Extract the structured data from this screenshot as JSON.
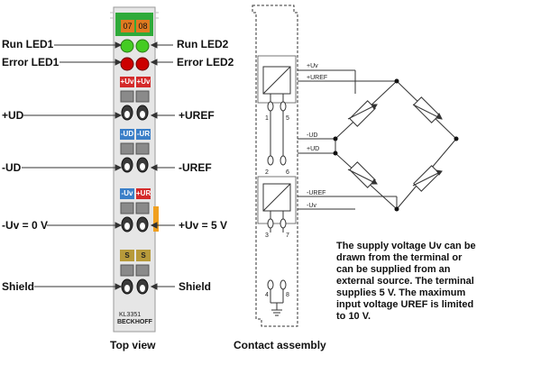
{
  "terminal": {
    "channel_numbers": [
      "07",
      "08"
    ],
    "model": "KL3351",
    "brand": "BECKHOFF",
    "contact_labels": {
      "row1": [
        "+Uv",
        "+Uv"
      ],
      "row2": [
        "-UD",
        "-UR"
      ],
      "row3": [
        "-Uv",
        "+UR"
      ],
      "row4": [
        "S",
        "S"
      ]
    }
  },
  "left_labels": {
    "run_led1": "Run LED1",
    "error_led1": "Error LED1",
    "plus_ud": "+UD",
    "minus_ud": "-UD",
    "minus_uv": "-Uv = 0 V",
    "shield": "Shield"
  },
  "right_labels": {
    "run_led2": "Run LED2",
    "error_led2": "Error LED2",
    "plus_uref": "+UREF",
    "minus_uref": "-UREF",
    "plus_uv": "+Uv = 5 V",
    "shield": "Shield"
  },
  "contact_assembly": {
    "pin_numbers": [
      "1",
      "5",
      "2",
      "6",
      "3",
      "7",
      "4",
      "8"
    ],
    "bridge_labels": [
      "+Uv",
      "+UREF",
      "-UD",
      "+UD",
      "-UREF",
      "-Uv"
    ]
  },
  "note": [
    "The supply voltage Uv can be",
    "drawn from the terminal or",
    "can be supplied from an",
    "external source. The terminal",
    "supplies 5 V. The maximum",
    "input voltage UREF is limited",
    "to 10 V."
  ],
  "captions": {
    "top_view": "Top view",
    "contact_assembly": "Contact assembly"
  },
  "colors": {
    "led_green": "#44cc22",
    "led_red": "#cc0000",
    "label_red": "#d42a2a",
    "label_blue": "#3a7fc8",
    "label_gold": "#b79a3a",
    "top_green": "#2faa3a",
    "channel_orange": "#e07a20",
    "side_orange": "#f0a020"
  }
}
